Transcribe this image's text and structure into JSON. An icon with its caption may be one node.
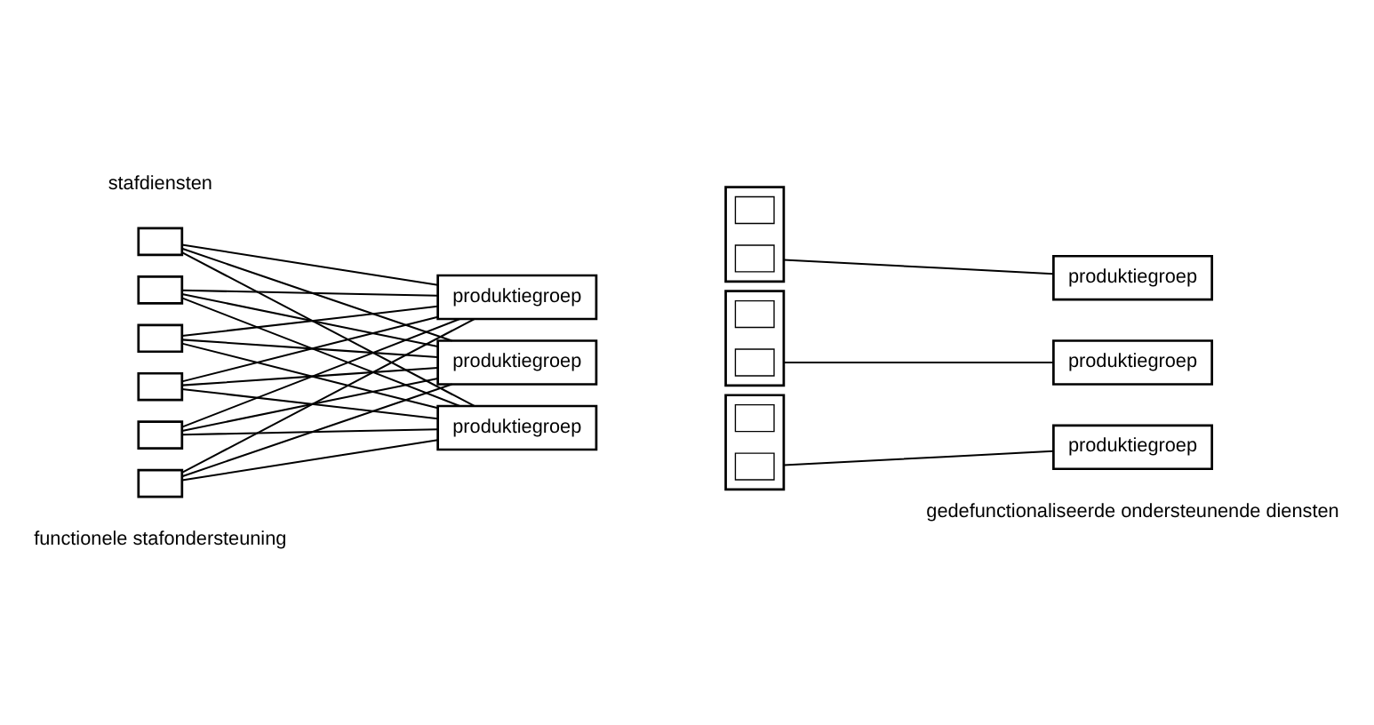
{
  "diagram": {
    "nodes": [
      {
        "text": [],
        "shape": "box"
      },
      {
        "text": [],
        "shape": "box"
      },
      {
        "text": [],
        "shape": "box"
      },
      {
        "text": [],
        "shape": "box"
      },
      {
        "text": [],
        "shape": "box"
      },
      {
        "text": [],
        "shape": "box"
      },
      {
        "text": [
          "produktiegroep"
        ]
      },
      {
        "text": [
          "produktiegroep"
        ]
      },
      {
        "text": [
          "produktiegroep"
        ]
      },
      {
        "text": [],
        "shape": "box"
      },
      {
        "text": [],
        "shape": "box",
        "in": 9
      },
      {
        "text": [],
        "shape": "box",
        "in": 9
      },
      {
        "text": [
          "produktiegroep"
        ]
      },
      {
        "text": [],
        "shape": "box"
      },
      {
        "text": [],
        "shape": "box",
        "in": 13
      },
      {
        "text": [],
        "shape": "box",
        "in": 13
      },
      {
        "text": [
          "produktiegroep"
        ]
      },
      {
        "text": [],
        "shape": "box"
      },
      {
        "text": [],
        "shape": "box",
        "in": 17
      },
      {
        "text": [],
        "shape": "box",
        "in": 17
      },
      {
        "text": [
          "produktiegroep"
        ]
      }
    ],
    "edges": [
      {
        "from": 0,
        "to": 6,
        "arrow": "none"
      },
      {
        "from": 0,
        "to": 7,
        "arrow": "none"
      },
      {
        "from": 0,
        "to": 8,
        "arrow": "none"
      },
      {
        "from": 1,
        "to": 6,
        "arrow": "none"
      },
      {
        "from": 1,
        "to": 7,
        "arrow": "none"
      },
      {
        "from": 1,
        "to": 8,
        "arrow": "none"
      },
      {
        "from": 2,
        "to": 6,
        "arrow": "none"
      },
      {
        "from": 2,
        "to": 7,
        "arrow": "none"
      },
      {
        "from": 2,
        "to": 8,
        "arrow": "none"
      },
      {
        "from": 3,
        "to": 6,
        "arrow": "none"
      },
      {
        "from": 3,
        "to": 7,
        "arrow": "none"
      },
      {
        "from": 3,
        "to": 8,
        "arrow": "none"
      },
      {
        "from": 4,
        "to": 6,
        "arrow": "none"
      },
      {
        "from": 4,
        "to": 7,
        "arrow": "none"
      },
      {
        "from": 4,
        "to": 8,
        "arrow": "none"
      },
      {
        "from": 5,
        "to": 6,
        "arrow": "none"
      },
      {
        "from": 5,
        "to": 7,
        "arrow": "none"
      },
      {
        "from": 5,
        "to": 8,
        "arrow": "none"
      },
      {
        "from": 9,
        "to": 12,
        "arrow": "none"
      },
      {
        "from": 13,
        "to": 16,
        "arrow": "none"
      },
      {
        "from": 17,
        "to": 20,
        "arrow": "none"
      }
    ],
    "labels": [
      "stafdiensten",
      "functionele stafondersteuning",
      "gedefunctionaliseerde ondersteunende diensten"
    ]
  }
}
